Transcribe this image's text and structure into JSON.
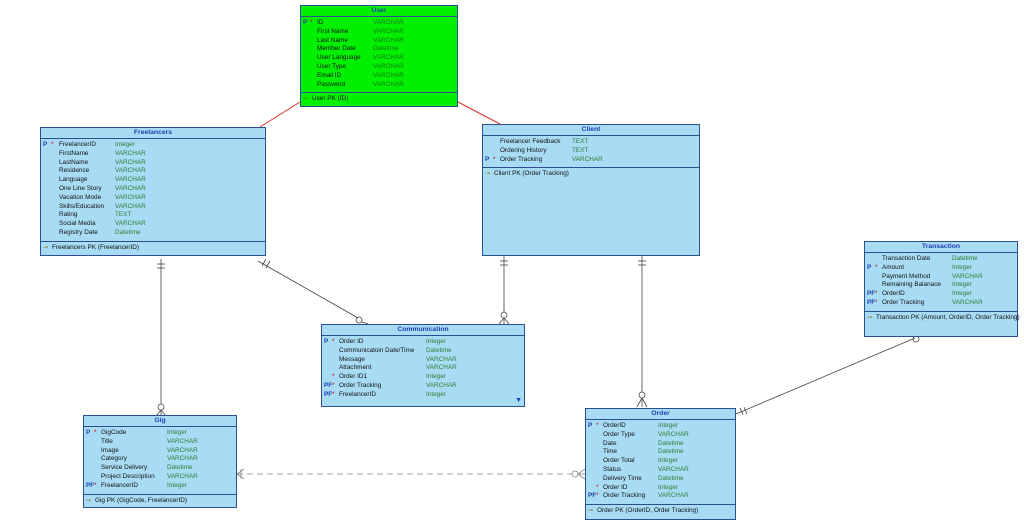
{
  "entities": {
    "user": {
      "title": "User",
      "rows": [
        {
          "key": "P",
          "req": "*",
          "name": "ID",
          "type": "VARCHAR"
        },
        {
          "key": "",
          "req": "",
          "name": "First Name",
          "type": "VARCHAR"
        },
        {
          "key": "",
          "req": "",
          "name": "Last Name",
          "type": "VARCHAR"
        },
        {
          "key": "",
          "req": "",
          "name": "Member Date",
          "type": "Datetime"
        },
        {
          "key": "",
          "req": "",
          "name": "User Language",
          "type": "VARCHAR"
        },
        {
          "key": "",
          "req": "",
          "name": "User Type",
          "type": "VARCHAR"
        },
        {
          "key": "",
          "req": "",
          "name": "Email ID",
          "type": "VARCHAR"
        },
        {
          "key": "",
          "req": "",
          "name": "Password",
          "type": "VARCHAR"
        }
      ],
      "pk": "User PK (ID)"
    },
    "freelancers": {
      "title": "Freelancers",
      "rows": [
        {
          "key": "P",
          "req": "*",
          "name": "FreelancerID",
          "type": "Integer"
        },
        {
          "key": "",
          "req": "",
          "name": "FirstName",
          "type": "VARCHAR"
        },
        {
          "key": "",
          "req": "",
          "name": "LastName",
          "type": "VARCHAR"
        },
        {
          "key": "",
          "req": "",
          "name": "Residence",
          "type": "VARCHAR"
        },
        {
          "key": "",
          "req": "",
          "name": "Language",
          "type": "VARCHAR"
        },
        {
          "key": "",
          "req": "",
          "name": "One Line Story",
          "type": "VARCHAR"
        },
        {
          "key": "",
          "req": "",
          "name": "Vacation Mode",
          "type": "VARCHAR"
        },
        {
          "key": "",
          "req": "",
          "name": "Skills/Education",
          "type": "VARCHAR"
        },
        {
          "key": "",
          "req": "",
          "name": "Rating",
          "type": "TEXT"
        },
        {
          "key": "",
          "req": "",
          "name": "Social Media",
          "type": "VARCHAR"
        },
        {
          "key": "",
          "req": "",
          "name": "Registry Date",
          "type": "Datetime"
        }
      ],
      "pk": "Freelancers PK (FreelancerID)"
    },
    "client": {
      "title": "Client",
      "rows": [
        {
          "key": "",
          "req": "",
          "name": "Freelancer Feedback",
          "type": "TEXT"
        },
        {
          "key": "",
          "req": "",
          "name": "Ordering History",
          "type": "TEXT"
        },
        {
          "key": "P",
          "req": "*",
          "name": "Order Tracking",
          "type": "VARCHAR"
        }
      ],
      "pk": "Client PK (Order Tracking)"
    },
    "transaction": {
      "title": "Transaction",
      "rows": [
        {
          "key": "",
          "req": "",
          "name": "Transaction Date",
          "type": "Datetime"
        },
        {
          "key": "P",
          "req": "*",
          "name": "Amount",
          "type": "Integer"
        },
        {
          "key": "",
          "req": "",
          "name": "Payment Method",
          "type": "VARCHAR"
        },
        {
          "key": "",
          "req": "",
          "name": "Remaining Balanace",
          "type": "Integer"
        },
        {
          "key": "PF",
          "req": "*",
          "name": "OrderID",
          "type": "Integer"
        },
        {
          "key": "PF",
          "req": "*",
          "name": "Order Tracking",
          "type": "VARCHAR"
        }
      ],
      "pk": "Transaction PK (Amount, OrderID, Order Tracking)"
    },
    "communication": {
      "title": "Communication",
      "rows": [
        {
          "key": "P",
          "req": "*",
          "name": "Order ID",
          "type": "Integer"
        },
        {
          "key": "",
          "req": "",
          "name": "Communicatoin Date/Time",
          "type": "Datetime"
        },
        {
          "key": "",
          "req": "",
          "name": "Message",
          "type": "VARCHAR"
        },
        {
          "key": "",
          "req": "",
          "name": "Attachment",
          "type": "VARCHAR"
        },
        {
          "key": "",
          "req": "*",
          "name": "Order ID1",
          "type": "Integer"
        },
        {
          "key": "PF",
          "req": "*",
          "name": "Order Tracking",
          "type": "VARCHAR"
        },
        {
          "key": "PF",
          "req": "*",
          "name": "FreelancerID",
          "type": "Integer"
        }
      ],
      "pk": ""
    },
    "gig": {
      "title": "Gig",
      "rows": [
        {
          "key": "P",
          "req": "*",
          "name": "GigCode",
          "type": "Integer"
        },
        {
          "key": "",
          "req": "",
          "name": "Title",
          "type": "VARCHAR"
        },
        {
          "key": "",
          "req": "",
          "name": "Image",
          "type": "VARCHAR"
        },
        {
          "key": "",
          "req": "",
          "name": "Category",
          "type": "VARCHAR"
        },
        {
          "key": "",
          "req": "",
          "name": "Service Delivery",
          "type": "Datetime"
        },
        {
          "key": "",
          "req": "",
          "name": "Project Description",
          "type": "VARCHAR"
        },
        {
          "key": "PF",
          "req": "*",
          "name": "FreelancerID",
          "type": "Integer"
        }
      ],
      "pk": "Gig PK (GigCode, FreelancerID)"
    },
    "order": {
      "title": "Order",
      "rows": [
        {
          "key": "P",
          "req": "*",
          "name": "OrderID",
          "type": "Integer"
        },
        {
          "key": "",
          "req": "",
          "name": "Order Type",
          "type": "VARCHAR"
        },
        {
          "key": "",
          "req": "",
          "name": "Date",
          "type": "Datetime"
        },
        {
          "key": "",
          "req": "",
          "name": "Time",
          "type": "Datetime"
        },
        {
          "key": "",
          "req": "",
          "name": "Order Total",
          "type": "Integer"
        },
        {
          "key": "",
          "req": "",
          "name": "Status",
          "type": "VARCHAR"
        },
        {
          "key": "",
          "req": "",
          "name": "Delivery Time",
          "type": "Datetime"
        },
        {
          "key": "",
          "req": "*",
          "name": "Order ID",
          "type": "Integer"
        },
        {
          "key": "PF",
          "req": "*",
          "name": "Order Tracking",
          "type": "VARCHAR"
        }
      ],
      "pk": "Order PK (OrderID, Order Tracking)"
    }
  },
  "colors": {
    "entity_fill": "#a8dcf5",
    "user_fill": "#00f000",
    "border": "#2b4f8f",
    "title_text": "#1f3fae",
    "type_text": "#2e7d32",
    "inheritance_line": "#e03030",
    "relation_line": "#333333"
  }
}
